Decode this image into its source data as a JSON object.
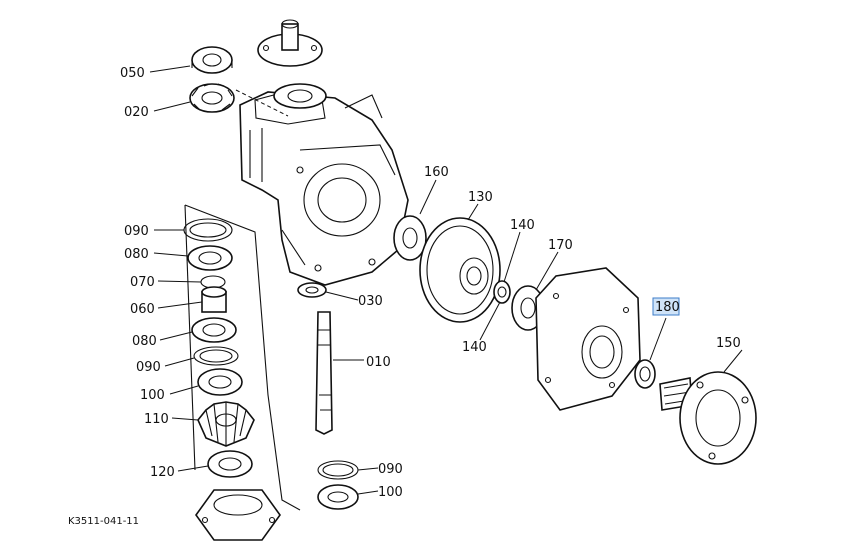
{
  "diagram": {
    "drawing_number": "K3511-041-11",
    "highlighted_part": "180",
    "highlight_color": "#cfe3f8",
    "callouts": {
      "c050": "050",
      "c020": "020",
      "c160": "160",
      "c130": "130",
      "c140a": "140",
      "c170": "170",
      "c180": "180",
      "c150": "150",
      "c140b": "140",
      "c030": "030",
      "c010": "010",
      "c090a": "090",
      "c080a": "080",
      "c070": "070",
      "c060": "060",
      "c080b": "080",
      "c090b": "090",
      "c100a": "100",
      "c110": "110",
      "c120": "120",
      "c090c": "090",
      "c100b": "100"
    }
  }
}
